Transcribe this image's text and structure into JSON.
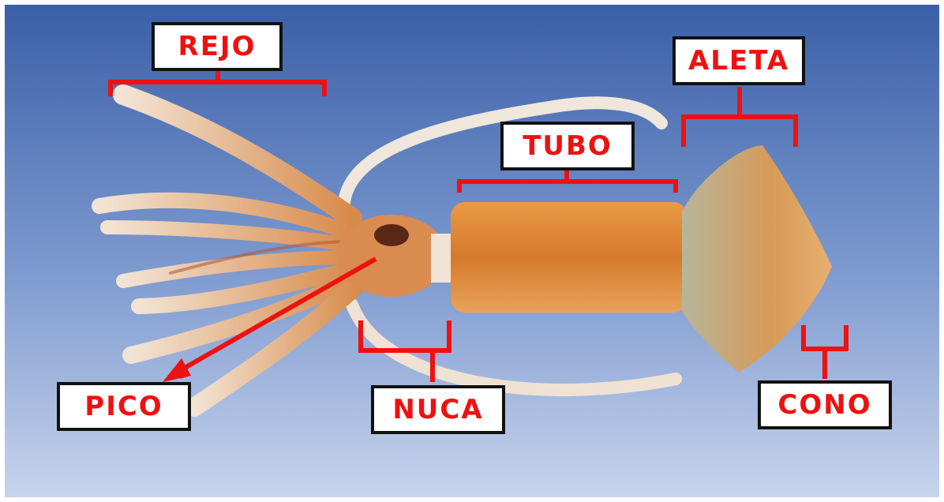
{
  "image": {
    "subject": "squid-anatomy",
    "colors": {
      "background_top": "#3a5fa8",
      "background_bottom": "#c7d4ec",
      "accent": "#ee1111",
      "label_border": "#111111",
      "mantle": "#e08a3a"
    }
  },
  "labels": {
    "rejo": "REJO",
    "aleta": "ALETA",
    "tubo": "TUBO",
    "pico": "PICO",
    "nuca": "NUCA",
    "cono": "CONO"
  }
}
